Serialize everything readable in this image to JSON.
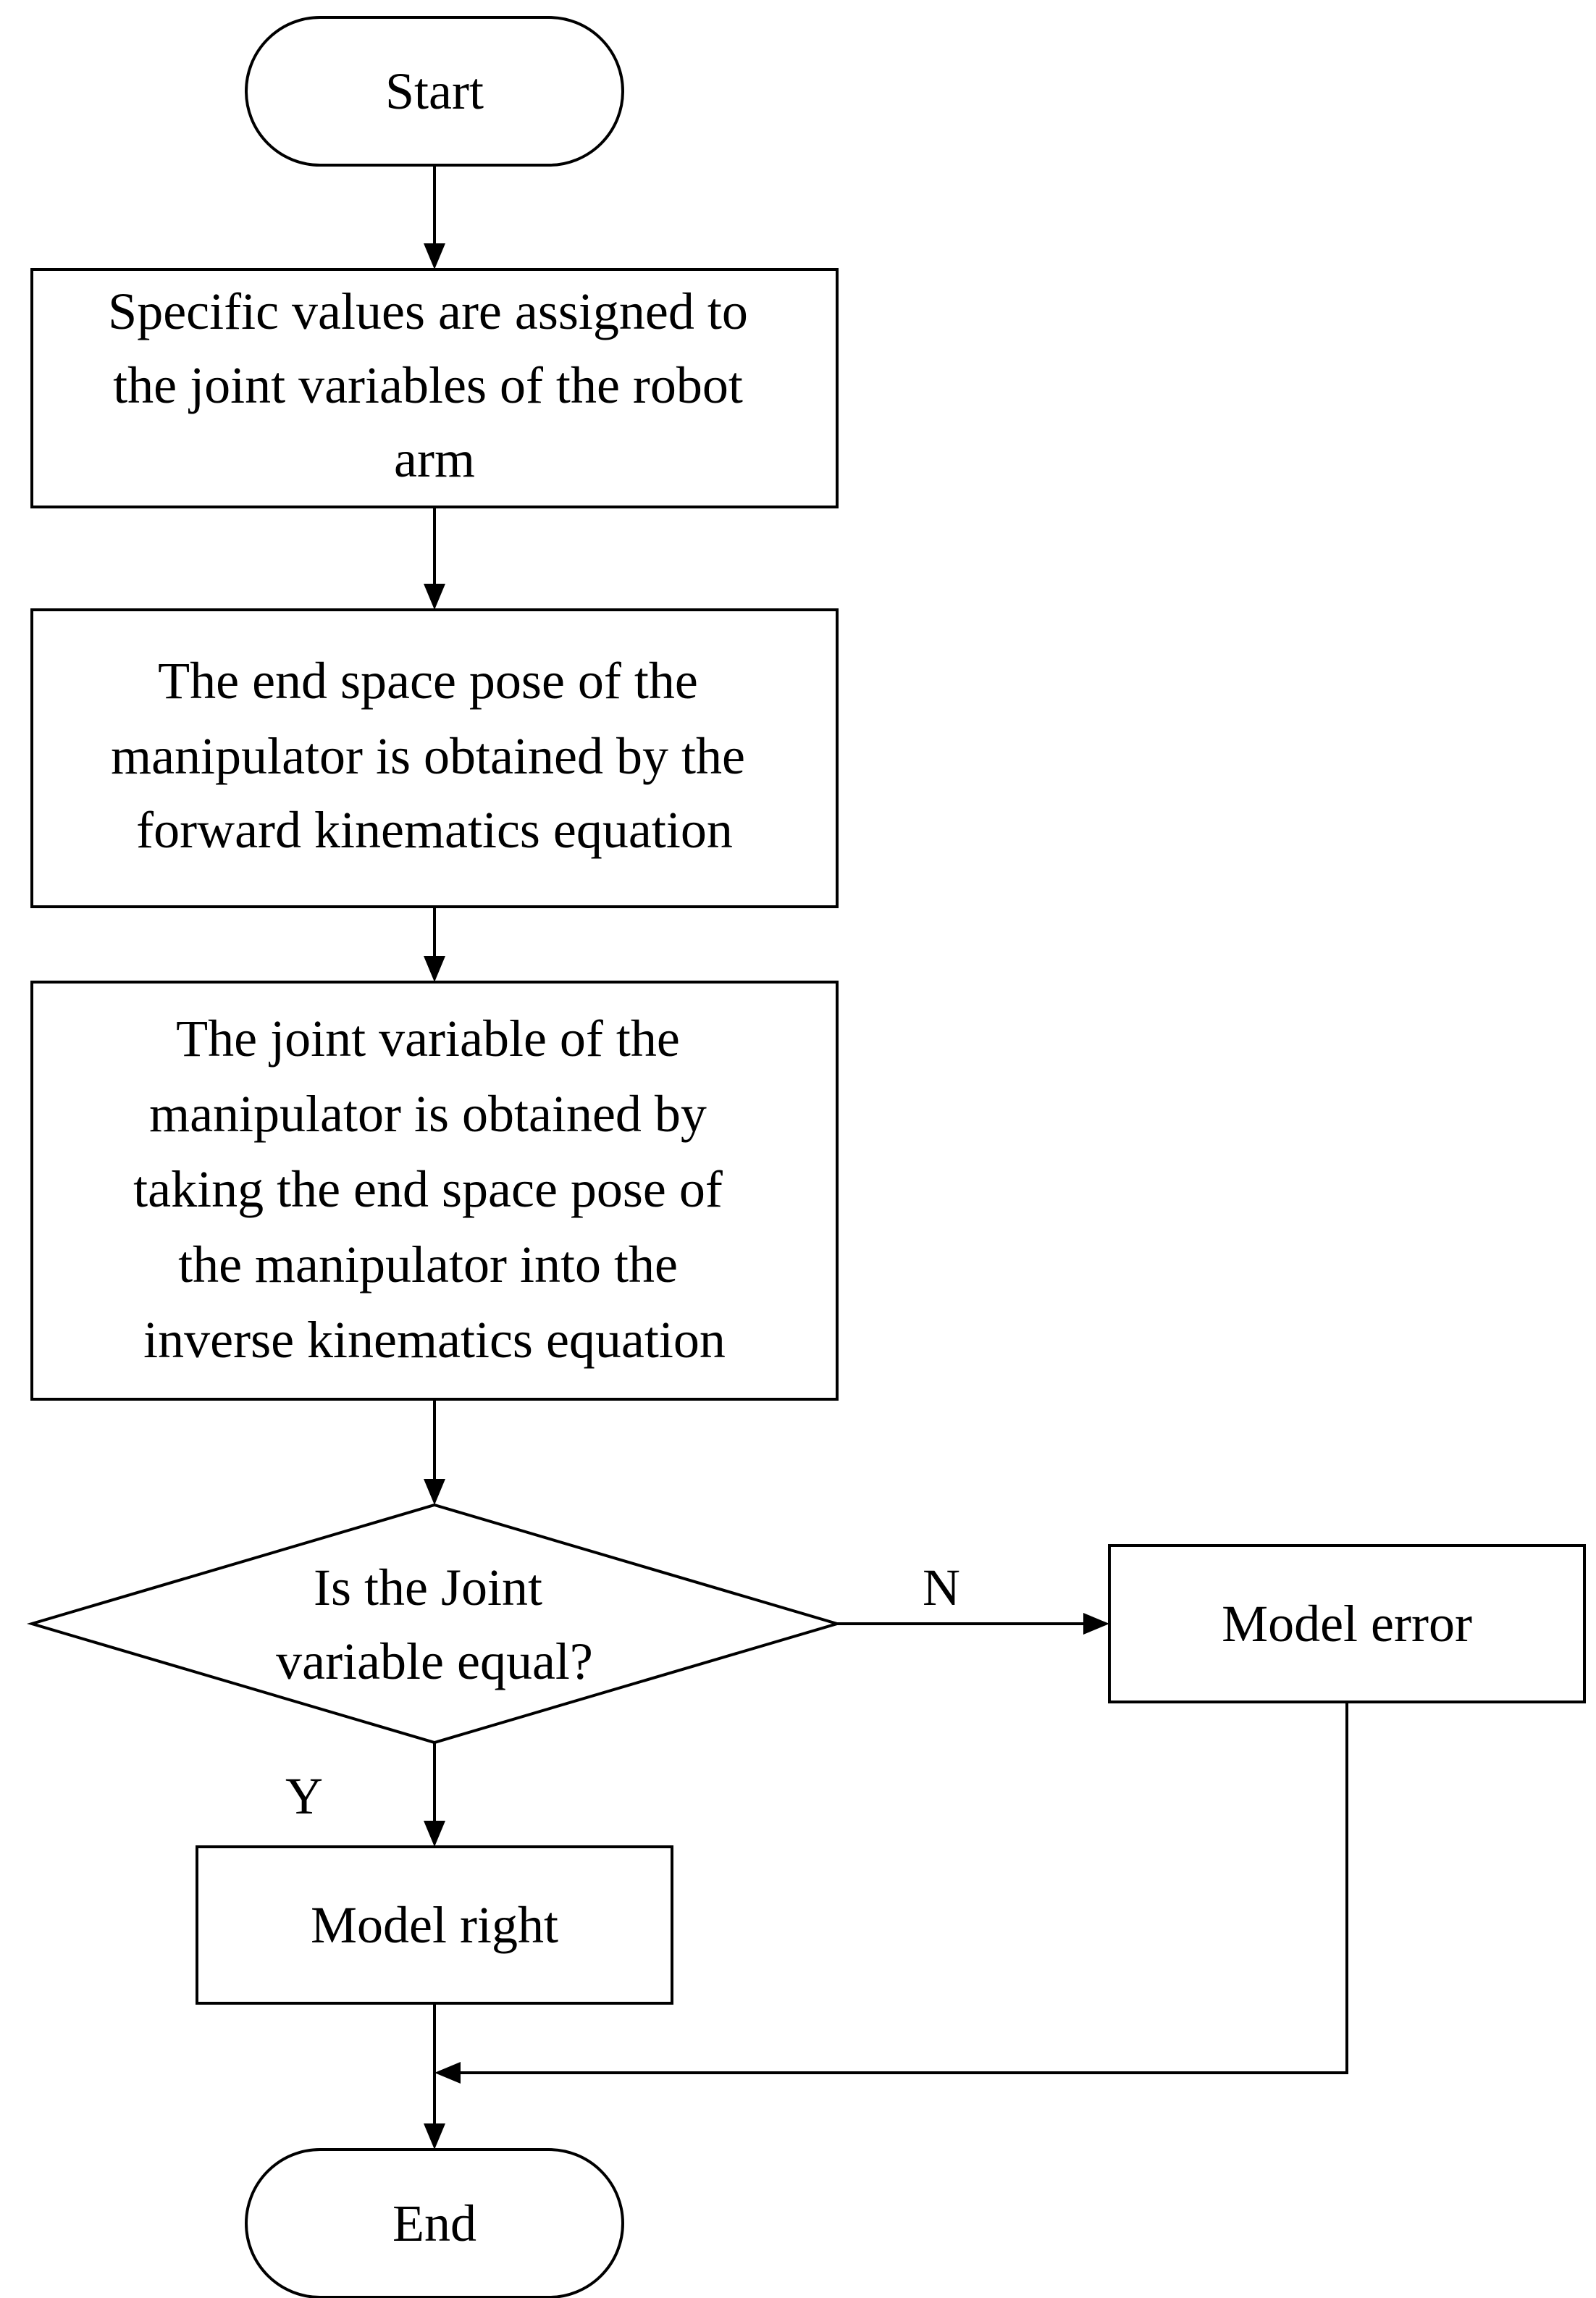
{
  "flowchart": {
    "start": "Start",
    "step1": [
      "Specific values are assigned to",
      "the joint variables of the robot",
      "arm"
    ],
    "step2": [
      "The end space pose of the",
      "manipulator is obtained by the",
      "forward kinematics equation"
    ],
    "step3": [
      "The joint variable of the",
      "manipulator is obtained by",
      "taking the end space pose of",
      "the manipulator into the",
      "inverse kinematics equation"
    ],
    "decision": [
      "Is the Joint",
      "variable equal?"
    ],
    "no_label": "N",
    "yes_label": "Y",
    "error": "Model error",
    "right": "Model right",
    "end": "End"
  }
}
